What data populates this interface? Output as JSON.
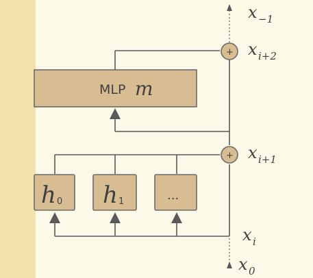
{
  "diagram": {
    "mlp": {
      "text": "MLP",
      "symbol": "m"
    },
    "heads": [
      {
        "main": "h",
        "sub": "0"
      },
      {
        "main": "h",
        "sub": "1"
      },
      {
        "main": "...",
        "sub": ""
      }
    ],
    "sum_symbol": "+",
    "labels": {
      "x_neg1": {
        "main": "x",
        "sub": "−1"
      },
      "x_i2": {
        "main": "x",
        "sub": "i+2"
      },
      "x_i1": {
        "main": "x",
        "sub": "i+1"
      },
      "x_i": {
        "main": "x",
        "sub": "i"
      },
      "x_0": {
        "main": "x",
        "sub": "0"
      }
    }
  },
  "colors": {
    "background": "#fdf9e9",
    "left_strip": "#f3e2ad",
    "box_fill": "#d8bd93",
    "stroke": "#5a5a5a"
  }
}
